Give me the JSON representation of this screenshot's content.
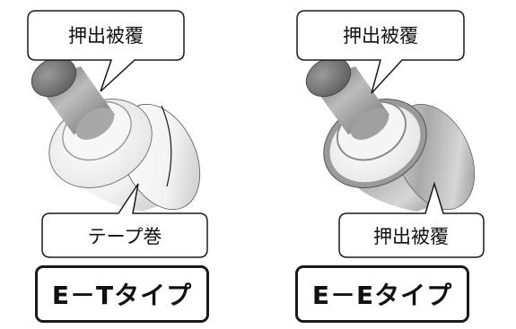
{
  "left": {
    "callout_top": "押出被覆",
    "callout_bottom": "テープ巻",
    "type_label": "E－Tタイプ"
  },
  "right": {
    "callout_top": "押出被覆",
    "callout_bottom": "押出被覆",
    "type_label": "E－Eタイプ"
  },
  "colors": {
    "conductor": "#808080",
    "tape_wrap": "#eeeeee",
    "extruded_sheath": "#b8b8b8",
    "outline": "#1a1a1a"
  },
  "icons": [
    "cable-illustration"
  ]
}
